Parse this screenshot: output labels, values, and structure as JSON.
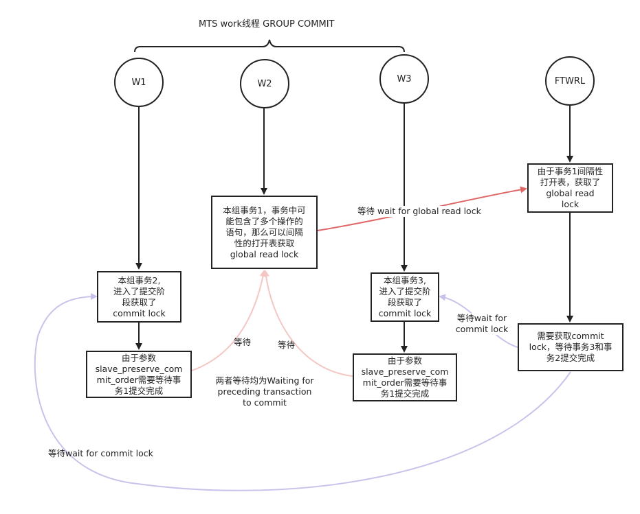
{
  "title": "MTS work线程 GROUP COMMIT",
  "nodes": {
    "w1": "W1",
    "w2": "W2",
    "w3": "W3",
    "ftwrl": "FTWRL"
  },
  "boxes": {
    "w1_commit": "本组事务2,\n进入了提交阶\n段获取了\ncommit lock",
    "w1_slave": "由于参数\nslave_preserve_com\nmit_order需要等待事\n务1提交完成",
    "w2_txn": "本组事务1，事务中可\n能包含了多个操作的\n语句，那么可以间隔\n性的打开表获取\nglobal read lock",
    "w3_commit": "本组事务3,\n进入了提交阶\n段获取了\ncommit lock",
    "w3_slave": "由于参数\nslave_preserve_com\nmit_order需要等待事\n务1提交完成",
    "ftwrl_global": "由于事务1间隔性\n打开表，获取了\nglobal read\nlock",
    "ftwrl_commit": "需要获取commit\nlock，等待事务3和事\n务2提交完成"
  },
  "labels": {
    "wait_global_read_lock": "等待 wait for global read lock",
    "wait_left": "等待",
    "wait_right": "等待",
    "both_waiting": "两者等待均为Waiting for\npreceding transaction\nto commit",
    "wait_commit_lock_right": "等待wait for\ncommit lock",
    "wait_commit_lock_bottom": "等待wait for commit lock"
  },
  "colors": {
    "line": "#222222",
    "red_arrow": "#e06666",
    "pink_arrow": "#f4c7c3",
    "purple_arrow": "#c9c3ec"
  }
}
